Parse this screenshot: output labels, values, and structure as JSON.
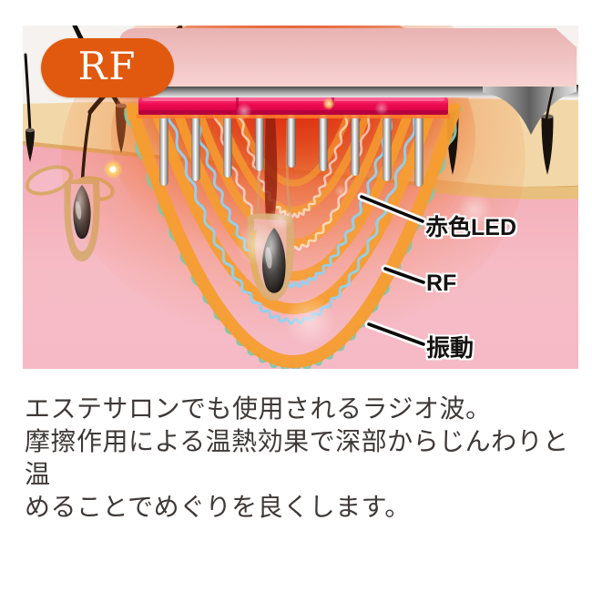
{
  "illustration": {
    "badge": {
      "label": "RF"
    },
    "annotations": [
      {
        "id": "red-led",
        "text": "赤色LED"
      },
      {
        "id": "rf",
        "text": "RF"
      },
      {
        "id": "vibration",
        "text": "振動"
      }
    ]
  },
  "description": {
    "lines": [
      "エステサロンでも使用されるラジオ波。",
      "摩擦作用による温熱効果で深部からじんわりと温",
      "めることでめぐりを良くします。"
    ]
  },
  "colors": {
    "badge_orange": "#e0590e",
    "led_strip_magenta": "#ec0a50",
    "led_wave_orange": "#f59d2f",
    "rf_wave_blue": "#8ed2f2",
    "vibration_teal": "#7fc7ad",
    "glow_red": "#dd2f12",
    "skin_pink": "#f5b4bf",
    "epidermis_tan": "#f2d8a8",
    "text_dark": "#3e3937"
  }
}
